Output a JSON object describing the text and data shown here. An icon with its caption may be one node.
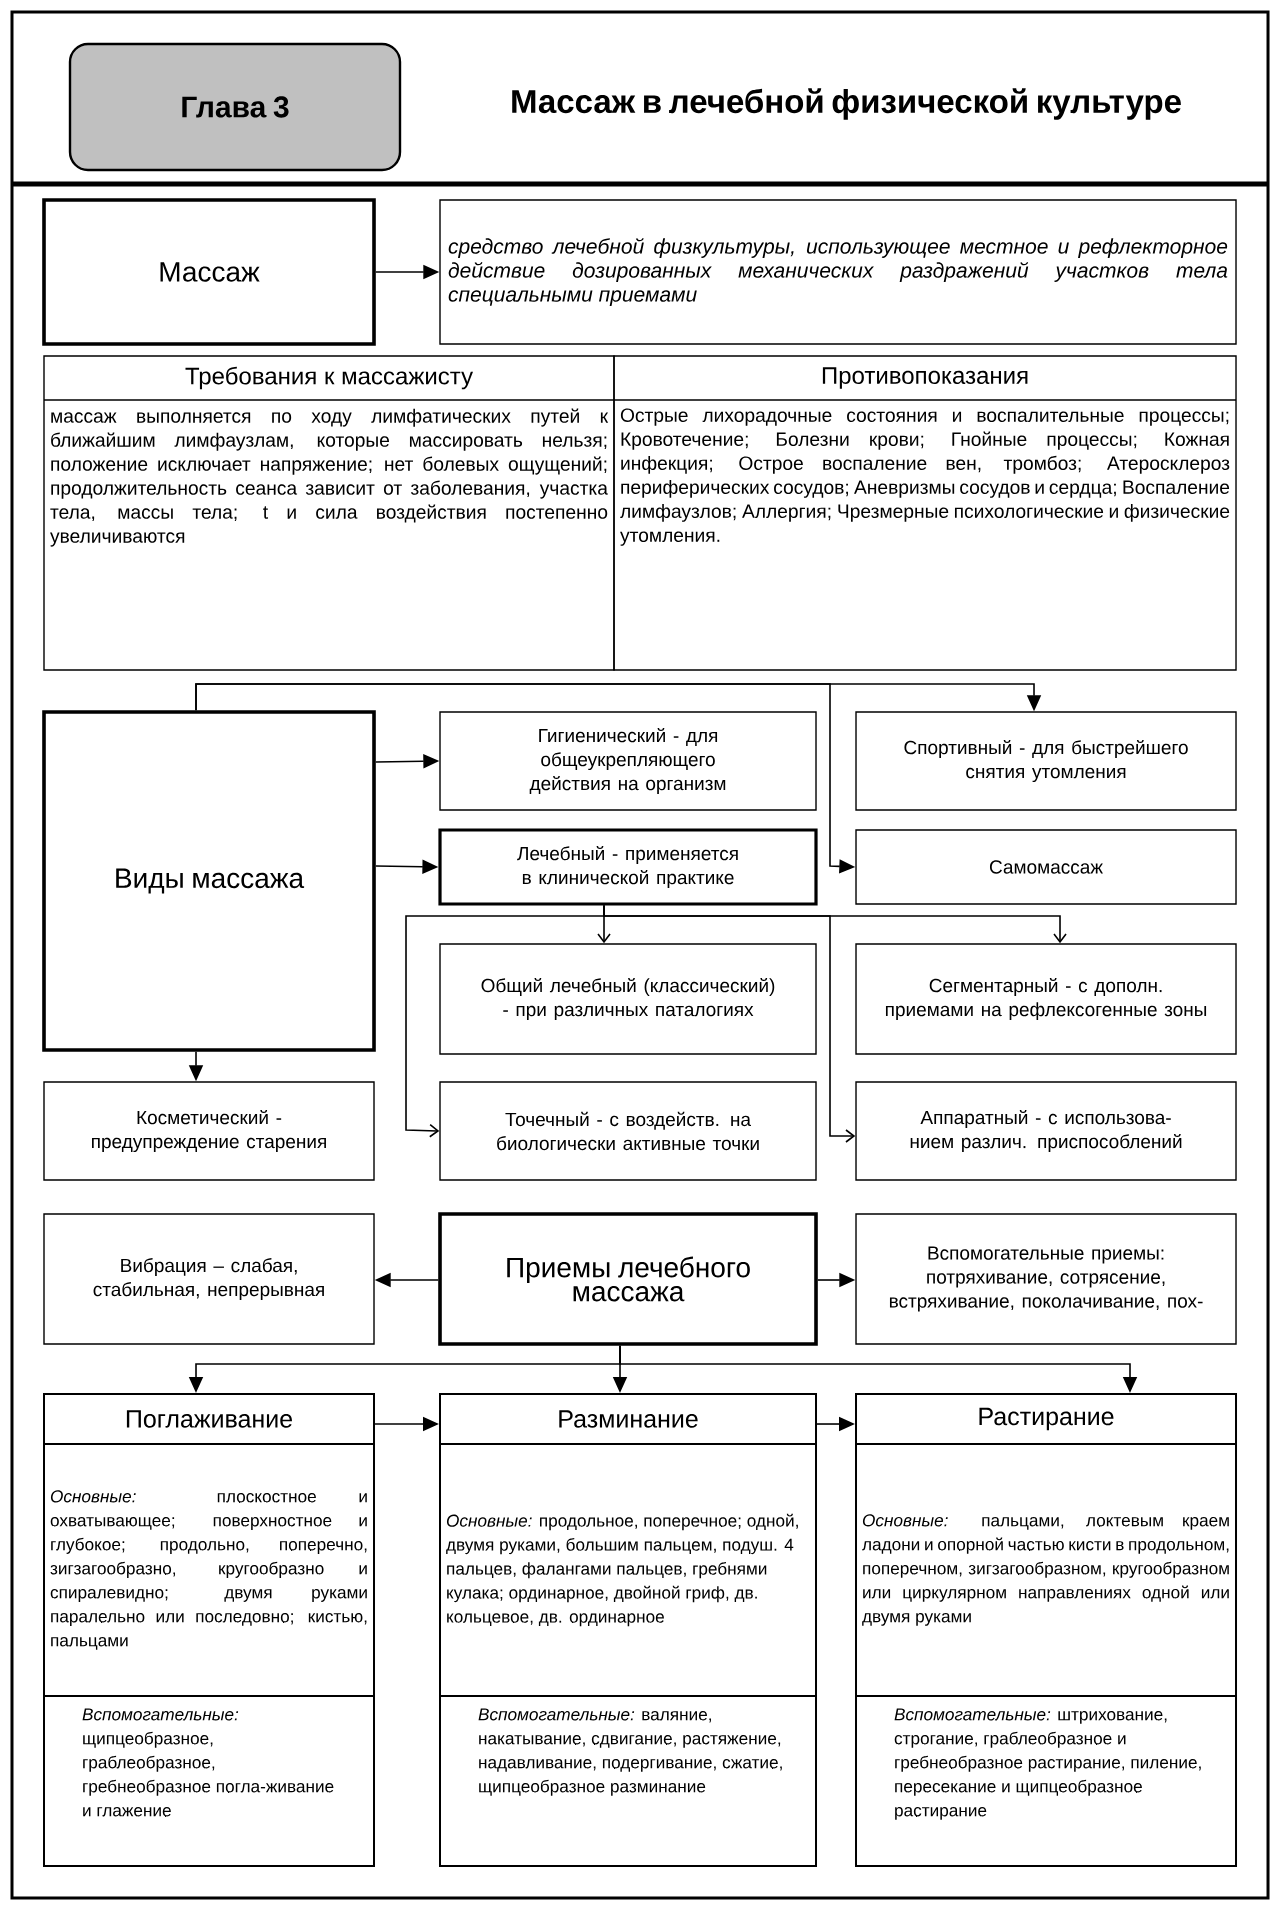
{
  "diagram": {
    "title": "Массаж в лечебной физической культуре",
    "nodes": [
      {
        "text": [
          "Глава 3"
        ]
      },
      {
        "text": [
          "Массаж"
        ]
      },
      {
        "text": [
          "средство лечебной физкультуры, использующее местное и рефлекторное действие дозированных механических раздражений участков тела специальными приемами"
        ]
      },
      {
        "text": [
          "Требования к массажисту",
          "массаж выполняется по ходу лимфатических путей к ближайшим лимфаузлам, которые массировать нельзя; положение исключает напряжение; нет болевых ощущений; продолжительность сеанса зависит от заболевания, участка тела, массы тела; t и сила воздействия постепенно увеличиваются"
        ]
      },
      {
        "text": [
          "Противопоказания",
          "Острые лихорадочные состояния и воспалительные процессы; Кровотечение; Болезни крови; Гнойные процессы; Кожная инфекция; Острое воспаление вен, тромбоз; Атеросклероз периферических сосудов; Аневризмы сосудов и сердца; Воспаление лимфаузлов; Аллергия; Чрезмерные психологические и физические утомления."
        ]
      },
      {
        "text": [
          "Виды массажа"
        ]
      },
      {
        "text": [
          "Гигиенический - для общеукрепляющего действия на организм"
        ]
      },
      {
        "text": [
          "Спортивный - для быстрейшего снятия утомления"
        ]
      },
      {
        "text": [
          "Лечебный - применяется в клинической практике"
        ]
      },
      {
        "text": [
          "Самомассаж"
        ]
      },
      {
        "text": [
          "Общий лечебный (классический) - при различных паталогиях"
        ]
      },
      {
        "text": [
          "Сегментарный - с дополн. приемами на рефлексогенные зоны"
        ]
      },
      {
        "text": [
          "Косметический - предупреждение старения"
        ]
      },
      {
        "text": [
          "Точечный - с воздейств. на биологически активные точки"
        ]
      },
      {
        "text": [
          "Аппаратный - с использова-нием различ. приспособлений"
        ]
      },
      {
        "text": [
          "Вибрация – слабая, стабильная, непрерывная"
        ]
      },
      {
        "text": [
          "Приемы лечебного массажа"
        ]
      },
      {
        "text": [
          "Вспомогательные приемы: потряхивание, сотрясение, встряхивание, поколачивание, пох-"
        ]
      },
      {
        "text": [
          "Поглаживание",
          "*Основные:* плоскостное и охватывающее; поверхностное и глубокое; продольно, поперечно, зигзагообразно, кругообразно и спиралевидно; двумя руками паралельно или последовно; кистью, пальцами",
          "*Вспомогательные:* щипцеобразное, граблеобразное, гребнеобразное погла-живание и глажение"
        ]
      },
      {
        "text": [
          "Разминание",
          "*Основные:* продольное, поперечное; одной, двумя руками, большим пальцем, подуш. 4 пальцев, фалангами пальцев, гребнями кулака; ординарное, двойной гриф, дв. кольцевое, дв. ординарное",
          "*Вспомогательные:* валяние, накатывание, сдвигание, растяжение, надавливание, подергивание, сжатие, щипцеобразное разминание"
        ]
      },
      {
        "text": [
          "Растирание",
          "*Основные:* пальцами, локтевым краем ладони и опорной частью кисти в продольном, поперечном, зигзагообразном, кругообразном или циркулярном направлениях одной или двумя руками",
          "*Вспомогательные:* штрихование, строгание, граблеобразное и гребнеобразное растирание, пиление, пересекание и щипцеобразное растирание"
        ]
      }
    ],
    "edges": [
      {
        "from": 1,
        "to": 2,
        "arrow": "to"
      },
      {
        "from": 5,
        "to": 6,
        "arrow": "to"
      },
      {
        "from": 5,
        "to": 8,
        "arrow": "to"
      },
      {
        "from": 5,
        "to": 7,
        "arrow": "to"
      },
      {
        "from": 5,
        "to": 9,
        "arrow": "to"
      },
      {
        "from": 5,
        "to": 12,
        "arrow": "to"
      },
      {
        "from": 8,
        "to": 10,
        "arrow": "to"
      },
      {
        "from": 8,
        "to": 11,
        "arrow": "to"
      },
      {
        "from": 8,
        "to": 13,
        "arrow": "to"
      },
      {
        "from": 8,
        "to": 14,
        "arrow": "to"
      },
      {
        "from": 16,
        "to": 15,
        "arrow": "to"
      },
      {
        "from": 16,
        "to": 17,
        "arrow": "to"
      },
      {
        "from": 16,
        "to": 18,
        "arrow": "to"
      },
      {
        "from": 16,
        "to": 19,
        "arrow": "to"
      },
      {
        "from": 16,
        "to": 20,
        "arrow": "to"
      },
      {
        "from": 18,
        "to": 19,
        "arrow": "to"
      },
      {
        "from": 19,
        "to": 20,
        "arrow": "to"
      }
    ]
  }
}
